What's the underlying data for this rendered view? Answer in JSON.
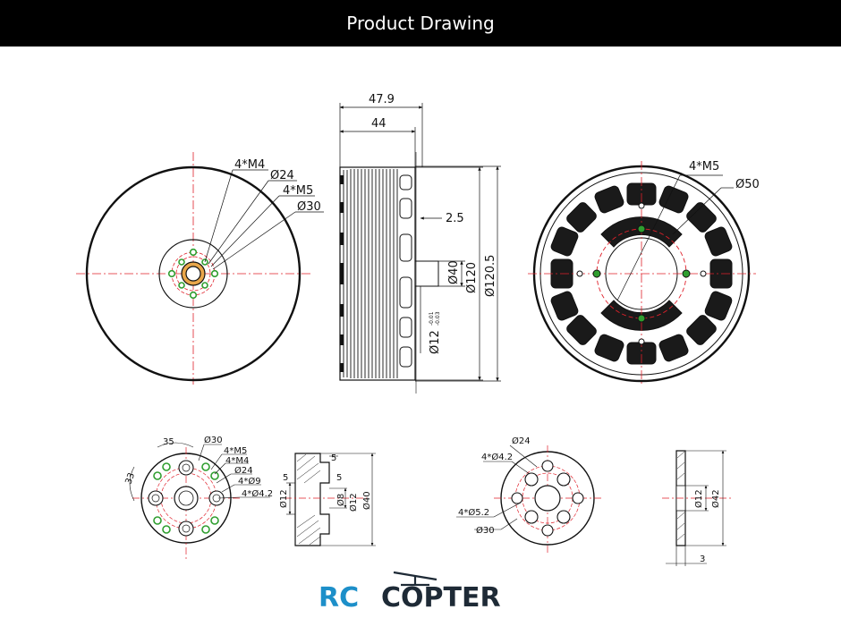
{
  "header": {
    "title": "Product Drawing"
  },
  "colors": {
    "header_bg": "#000000",
    "header_text": "#ffffff",
    "centerline": "#e0202a",
    "hole": "#2f9e2f",
    "logo_rc": "#1d8fc9",
    "logo_copter": "#1e2a36"
  },
  "front_view": {
    "label_4m4": "4*M4",
    "label_d24": "Ø24",
    "label_4m5": "4*M5",
    "label_d30": "Ø30"
  },
  "side_view": {
    "dim_479": "47.9",
    "dim_44": "44",
    "dim_25": "2.5",
    "dim_d40": "Ø40",
    "dim_d120": "Ø120",
    "dim_d1205": "Ø120.5",
    "dim_d12": "Ø12",
    "tol_upper": "-0.01",
    "tol_lower": "-0.03"
  },
  "back_view": {
    "label_4m5": "4*M5",
    "label_d50": "Ø50"
  },
  "mount_front": {
    "ang_35": "35",
    "ang_33": "33",
    "label_d30": "Ø30",
    "label_4m5": "4*M5",
    "label_4m4": "4*M4",
    "label_d24": "Ø24",
    "label_4d9": "4*Ø9",
    "label_4d42": "4*Ø4.2"
  },
  "mount_side": {
    "dim_5a": "5",
    "dim_5b": "5",
    "dim_5c": "5",
    "dim_d12": "Ø12",
    "dim_d8": "Ø8",
    "dim_d12tol": "Ø12",
    "dim_d40": "Ø40"
  },
  "prop_front": {
    "label_d24": "Ø24",
    "label_4d42": "4*Ø4.2",
    "label_4d52": "4*Ø5.2",
    "label_d30": "Ø30"
  },
  "prop_side": {
    "dim_d12": "Ø12",
    "dim_d42": "Ø42",
    "dim_3": "3"
  },
  "logo": {
    "rc": "RC",
    "copter": "COPTER"
  }
}
